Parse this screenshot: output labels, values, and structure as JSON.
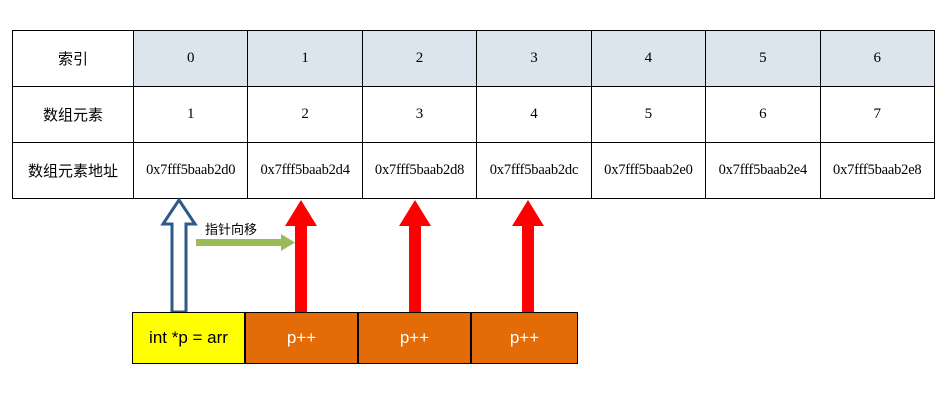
{
  "diagram": {
    "title": "C pointer traversal over array",
    "colors": {
      "index_header_bg": "#dce4ee",
      "cell_bg": "#ffffff",
      "grid_line": "#000000",
      "init_box_bg": "#ffff00",
      "inc_box_bg": "#e36c09",
      "inc_box_text": "#ffffff",
      "hollow_arrow_stroke": "#2e5a88",
      "solid_arrow_fill": "#ff0000",
      "green_arrow_fill": "#9bbb59"
    }
  },
  "table": {
    "row_labels": {
      "index": "索引",
      "element": "数组元素",
      "address": "数组元素地址"
    },
    "indices": [
      "0",
      "1",
      "2",
      "3",
      "4",
      "5",
      "6"
    ],
    "elements": [
      "1",
      "2",
      "3",
      "4",
      "5",
      "6",
      "7"
    ],
    "addresses": [
      "0x7fff5baab2d0",
      "0x7fff5baab2d4",
      "0x7fff5baab2d8",
      "0x7fff5baab2dc",
      "0x7fff5baab2e0",
      "0x7fff5baab2e4",
      "0x7fff5baab2e8"
    ]
  },
  "annotations": {
    "pointer_move_label": "指针向移"
  },
  "operations": [
    {
      "label": "int *p = arr",
      "kind": "init"
    },
    {
      "label": "p++",
      "kind": "inc"
    },
    {
      "label": "p++",
      "kind": "inc"
    },
    {
      "label": "p++",
      "kind": "inc"
    }
  ]
}
